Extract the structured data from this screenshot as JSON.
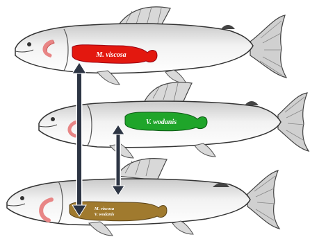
{
  "labels": {
    "top": "M. viscosa",
    "middle": "V. wodanis",
    "bottom_line1": "M. viscosa",
    "bottom_line2": "V. wodanis"
  },
  "colors": {
    "top_blob": "#e3180f",
    "middle_blob": "#1fa52a",
    "bottom_blob": "#a07a2e",
    "arrow": "#2d3544",
    "gill": "#e88585"
  }
}
